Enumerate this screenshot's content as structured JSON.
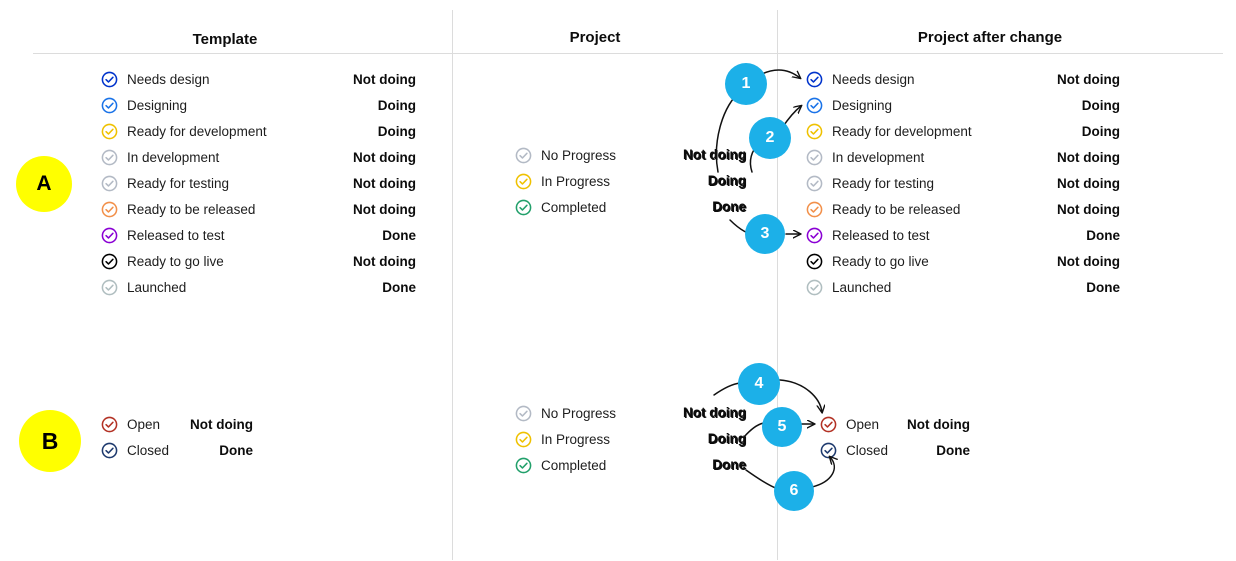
{
  "columns": {
    "template": "Template",
    "project": "Project",
    "project_after": "Project after change"
  },
  "sections": {
    "a": {
      "badge": "A",
      "template_statuses": [
        {
          "name": "Needs design",
          "value": "Not doing",
          "color": "#0033cc"
        },
        {
          "name": "Designing",
          "value": "Doing",
          "color": "#1a73e8"
        },
        {
          "name": "Ready for development",
          "value": "Doing",
          "color": "#efc100"
        },
        {
          "name": "In development",
          "value": "Not doing",
          "color": "#b3bac5"
        },
        {
          "name": "Ready for testing",
          "value": "Not doing",
          "color": "#b3bac5"
        },
        {
          "name": "Ready to be released",
          "value": "Not doing",
          "color": "#f2904a"
        },
        {
          "name": "Released to test",
          "value": "Done",
          "color": "#8a00d4"
        },
        {
          "name": "Ready to go live",
          "value": "Not doing",
          "color": "#000000"
        },
        {
          "name": "Launched",
          "value": "Done",
          "color": "#b0bec0"
        }
      ],
      "project_statuses": [
        {
          "name": "No Progress",
          "value": "Not doing",
          "color": "#b3bac5"
        },
        {
          "name": "In Progress",
          "value": "Doing",
          "color": "#efc100"
        },
        {
          "name": "Completed",
          "value": "Done",
          "color": "#22a06b"
        }
      ],
      "mid_labels": [
        "Not doing",
        "Doing",
        "Done"
      ],
      "after_statuses": [
        {
          "name": "Needs design",
          "value": "Not doing",
          "color": "#0033cc"
        },
        {
          "name": "Designing",
          "value": "Doing",
          "color": "#1a73e8"
        },
        {
          "name": "Ready for development",
          "value": "Doing",
          "color": "#efc100"
        },
        {
          "name": "In development",
          "value": "Not doing",
          "color": "#b3bac5"
        },
        {
          "name": "Ready for testing",
          "value": "Not doing",
          "color": "#b3bac5"
        },
        {
          "name": "Ready to be released",
          "value": "Not doing",
          "color": "#f2904a"
        },
        {
          "name": "Released to test",
          "value": "Done",
          "color": "#8a00d4"
        },
        {
          "name": "Ready to go live",
          "value": "Not doing",
          "color": "#000000"
        },
        {
          "name": "Launched",
          "value": "Done",
          "color": "#b0bec0"
        }
      ],
      "callouts": [
        "1",
        "2",
        "3"
      ]
    },
    "b": {
      "badge": "B",
      "template_statuses": [
        {
          "name": "Open",
          "value": "Not doing",
          "color": "#b33225"
        },
        {
          "name": "Closed",
          "value": "Done",
          "color": "#1e3a6e"
        }
      ],
      "project_statuses": [
        {
          "name": "No Progress",
          "value": "Not doing",
          "color": "#b3bac5"
        },
        {
          "name": "In Progress",
          "value": "Doing",
          "color": "#efc100"
        },
        {
          "name": "Completed",
          "value": "Done",
          "color": "#22a06b"
        }
      ],
      "mid_labels": [
        "Not doing",
        "Doing",
        "Done"
      ],
      "after_statuses": [
        {
          "name": "Open",
          "value": "Not doing",
          "color": "#b33225"
        },
        {
          "name": "Closed",
          "value": "Done",
          "color": "#1e3a6e"
        }
      ],
      "callouts": [
        "4",
        "5",
        "6"
      ]
    }
  },
  "theme": {
    "callout_color": "#1cb0e8",
    "badge_color": "#ffff00",
    "divider_color": "#dcdcdc",
    "text_color": "#1d1d1d"
  }
}
